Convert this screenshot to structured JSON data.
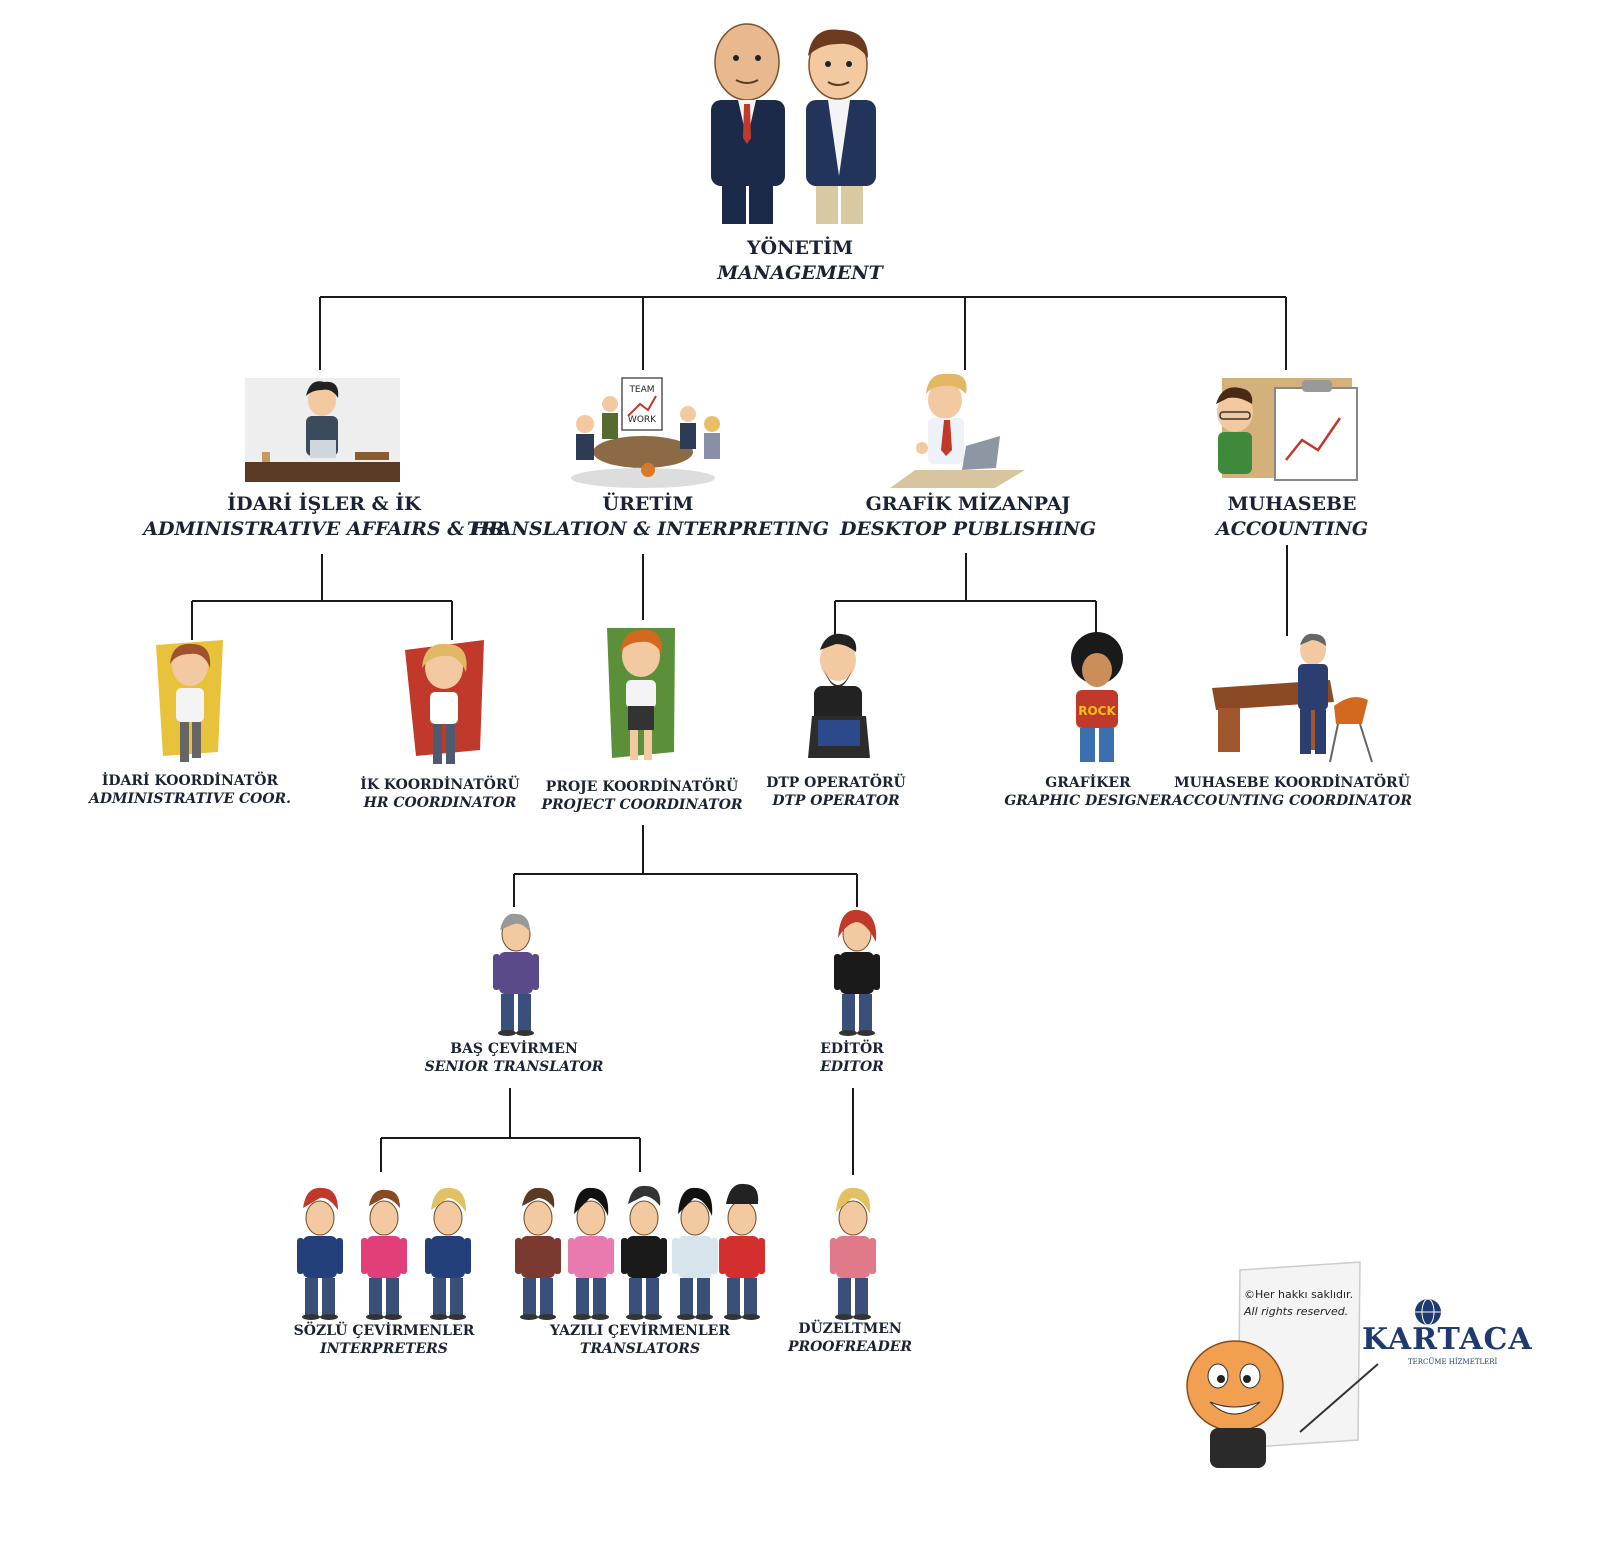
{
  "colors": {
    "line": "#1a1a1a",
    "text": "#1a2233",
    "suit_dark": "#1c2a4a",
    "skin": "#f2c9a0",
    "accent_red": "#c0392b",
    "logo_blue": "#1f3a6e"
  },
  "nodes": {
    "management": {
      "tr": "YÖNETİM",
      "en": "MANAGEMENT"
    },
    "admin_hr": {
      "tr": "İDARİ İŞLER & İK",
      "en": "ADMINISTRATIVE AFFAIRS & HR"
    },
    "production": {
      "tr": "ÜRETİM",
      "en": "TRANSLATION & INTERPRETING"
    },
    "dtp": {
      "tr": "GRAFİK MİZANPAJ",
      "en": "DESKTOP PUBLISHING"
    },
    "accounting": {
      "tr": "MUHASEBE",
      "en": "ACCOUNTING"
    },
    "admin_coord": {
      "tr": "İDARİ KOORDİNATÖR",
      "en": "ADMINISTRATIVE COOR."
    },
    "hr_coord": {
      "tr": "İK KOORDİNATÖRÜ",
      "en": "HR COORDINATOR"
    },
    "project_coord": {
      "tr": "PROJE KOORDİNATÖRÜ",
      "en": "PROJECT COORDINATOR"
    },
    "dtp_operator": {
      "tr": "DTP OPERATÖRÜ",
      "en": "DTP OPERATOR"
    },
    "graphic_designer": {
      "tr": "GRAFİKER",
      "en": "GRAPHIC DESIGNER"
    },
    "accounting_coord": {
      "tr": "MUHASEBE KOORDİNATÖRÜ",
      "en": "ACCOUNTING COORDINATOR"
    },
    "senior_translator": {
      "tr": "BAŞ ÇEVİRMEN",
      "en": "SENIOR TRANSLATOR"
    },
    "editor": {
      "tr": "EDİTÖR",
      "en": "EDITOR"
    },
    "interpreters": {
      "tr": "SÖZLÜ ÇEVİRMENLER",
      "en": "INTERPRETERS"
    },
    "translators": {
      "tr": "YAZILI ÇEVİRMENLER",
      "en": "TRANSLATORS"
    },
    "proofreader": {
      "tr": "DÜZELTMEN",
      "en": "PROOFREADER"
    }
  },
  "whiteboard": {
    "word1": "TEAM",
    "word2": "WORK"
  },
  "shirt_text": "ROCK",
  "copyright": {
    "line1": "©Her hakkı saklıdır.",
    "line2": "All rights reserved."
  },
  "logo": {
    "name": "KARTACA",
    "tagline": "TERCÜME HİZMETLERİ"
  }
}
